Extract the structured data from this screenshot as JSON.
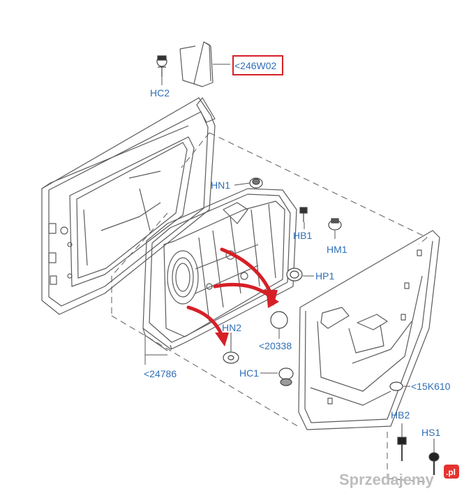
{
  "colors": {
    "line": "#5a5a5a",
    "label": "#2f6fb5",
    "highlight": "#d62027",
    "arrow": "#d62027",
    "watermark": "#bdbdbd",
    "watermark_accent": "#e3342f"
  },
  "labels": {
    "hc2": "HC2",
    "part_main": "<246W02",
    "hn1": "HN1",
    "hb1": "HB1",
    "hm1": "HM1",
    "hp1": "HP1",
    "hn2": "HN2",
    "p20338": "<20338",
    "hc1": "HC1",
    "p24786": "<24786",
    "p15k610": "<15K610",
    "hb2": "HB2",
    "hs1": "HS1"
  },
  "watermark": {
    "text": "Sprzedajemy",
    "suffix": ".pl"
  }
}
